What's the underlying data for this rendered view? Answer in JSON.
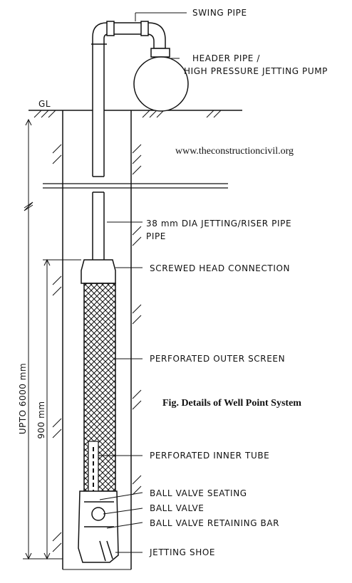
{
  "labels": {
    "swing_pipe": "SWING PIPE",
    "header_pipe_1": "HEADER PIPE /",
    "header_pipe_2": "HIGH PRESSURE JETTING PUMP",
    "gl": "GL",
    "website": "www.theconstructioncivil.org",
    "riser_1": "38 mm DIA JETTING/RISER PIPE",
    "riser_2": "PIPE",
    "screwed_head": "SCREWED HEAD CONNECTION",
    "outer_screen": "PERFORATED OUTER SCREEN",
    "caption": "Fig. Details of Well Point System",
    "inner_tube": "PERFORATED INNER TUBE",
    "ball_valve_seating": "BALL VALVE SEATING",
    "ball_valve": "BALL VALVE",
    "ball_valve_bar": "BALL VALVE RETAINING BAR",
    "jetting_shoe": "JETTING SHOE"
  },
  "dimensions": {
    "upto": "UPTO 6000 mm",
    "screen_len": "900 mm"
  }
}
